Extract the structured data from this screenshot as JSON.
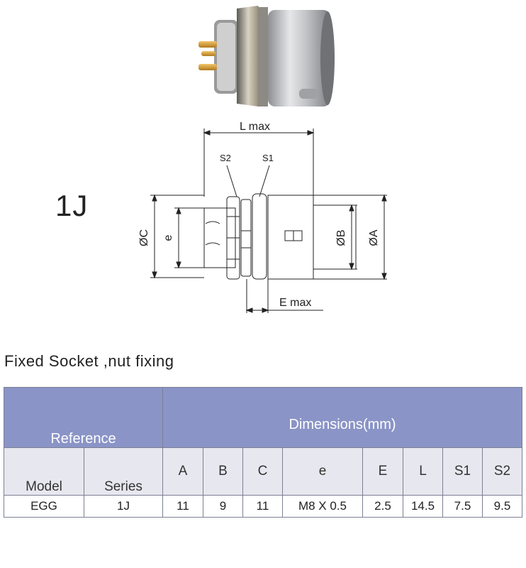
{
  "series_code": "1J",
  "caption": "Fixed Socket ,nut  fixing",
  "drawing_labels": {
    "l_max": "L  max",
    "e_max": "E  max",
    "s2": "S2",
    "s1": "S1",
    "dia_c": "ØC",
    "e": "e",
    "dia_b": "ØB",
    "dia_a": "ØA"
  },
  "table": {
    "reference": "Reference",
    "dimensions": "Dimensions(mm)",
    "columns": [
      "Model",
      "Series",
      "A",
      "B",
      "C",
      "e",
      "E",
      "L",
      "S1",
      "S2"
    ],
    "rows": [
      [
        "EGG",
        "1J",
        "11",
        "9",
        "11",
        "M8 X 0.5",
        "2.5",
        "14.5",
        "7.5",
        "9.5"
      ]
    ]
  },
  "colors": {
    "header_band": "#8a94c7",
    "subheader": "#e7e7ef",
    "border": "#7b7f92"
  }
}
